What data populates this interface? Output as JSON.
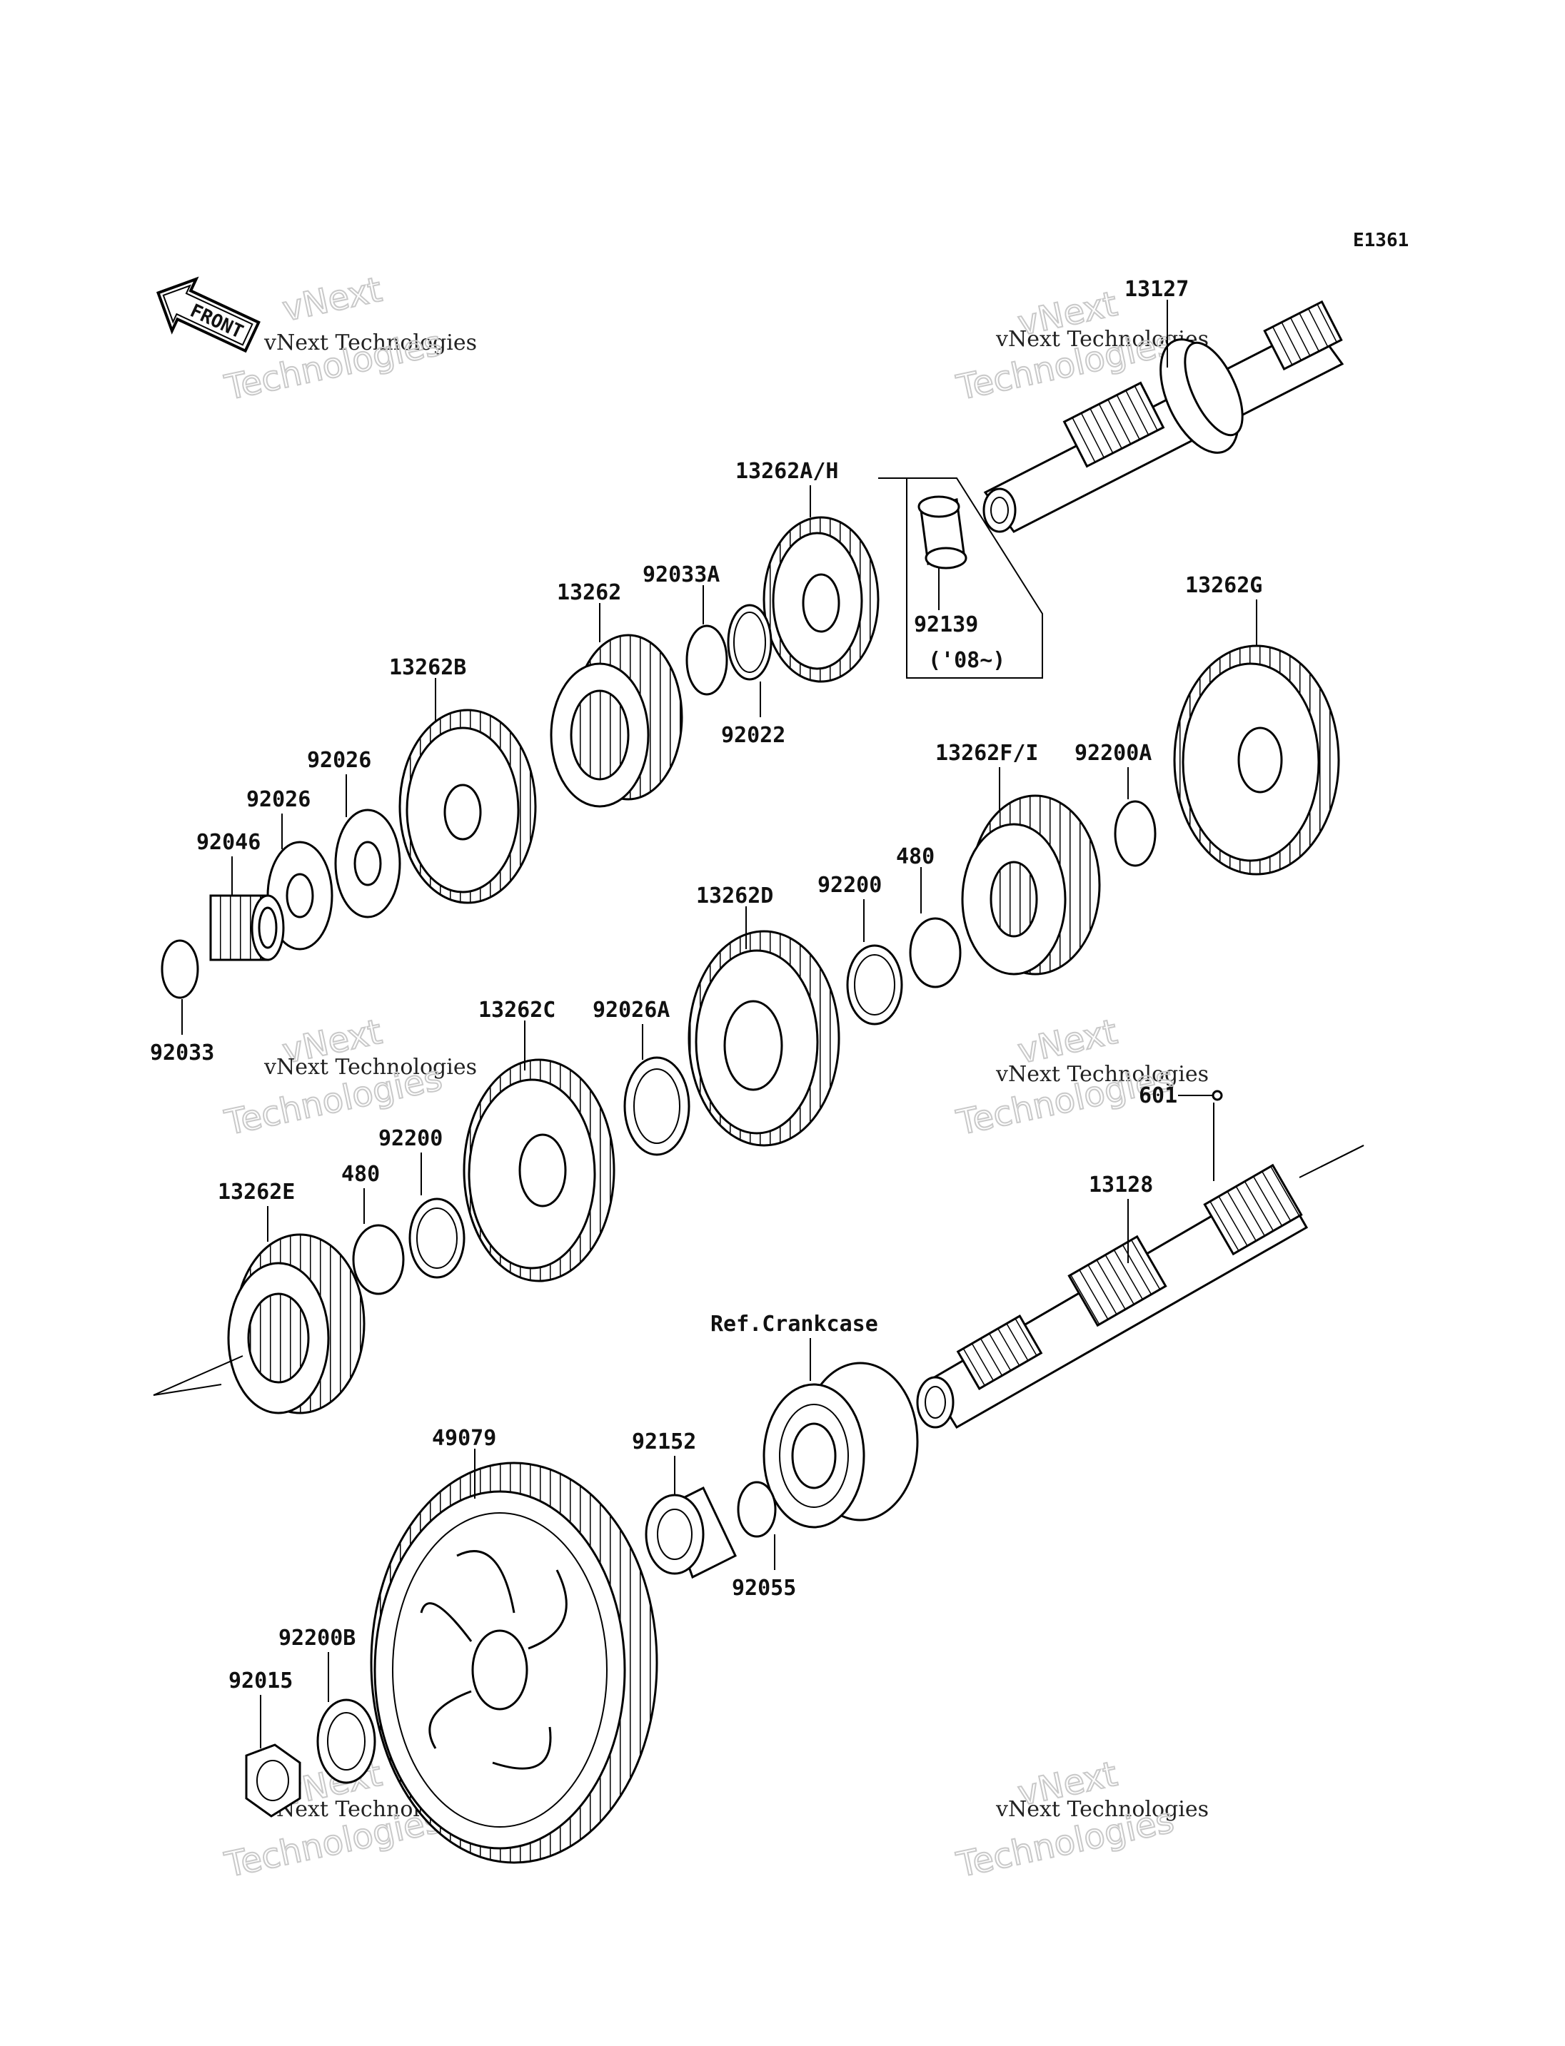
{
  "diagram_code": "E1361",
  "front_label": "FRONT",
  "watermark": {
    "line1": "vNext",
    "line2": "vNext Technologies",
    "line3": "Technologies"
  },
  "labels": {
    "p13127": "13127",
    "p13262AH": "13262A/H",
    "p92139": "92139",
    "p92139_note": "('08~)",
    "p13262": "13262",
    "p92033A": "92033A",
    "p92022": "92022",
    "p13262B": "13262B",
    "p92026a": "92026",
    "p92026b": "92026",
    "p92046": "92046",
    "p92033": "92033",
    "p13262G": "13262G",
    "p13262FI": "13262F/I",
    "p92200A": "92200A",
    "p480a": "480",
    "p92200a": "92200",
    "p13262D": "13262D",
    "p92026A": "92026A",
    "p13262C": "13262C",
    "p92200b": "92200",
    "p480b": "480",
    "p13262E": "13262E",
    "p13128": "13128",
    "p601": "601",
    "ref_crankcase": "Ref.Crankcase",
    "p49079": "49079",
    "p92152": "92152",
    "p92055": "92055",
    "p92200B": "92200B",
    "p92015": "92015"
  }
}
